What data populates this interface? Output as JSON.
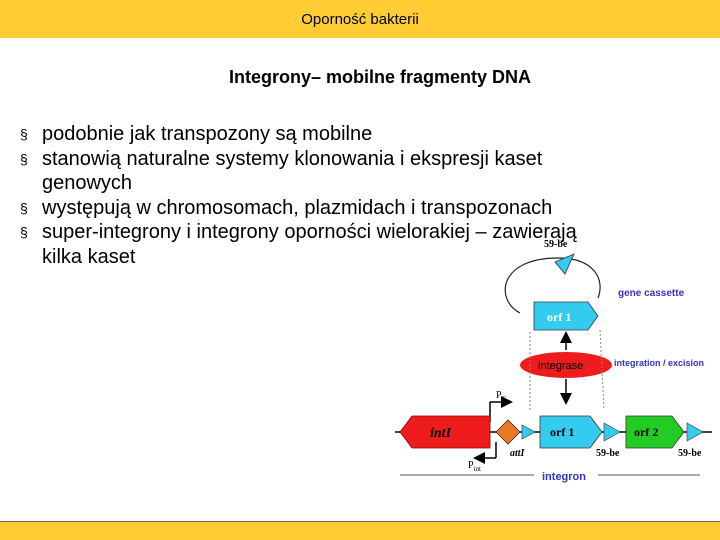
{
  "header": {
    "title": "Oporność bakterii"
  },
  "slide": {
    "title": "Integrony– mobilne fragmenty DNA",
    "bullets": [
      "podobnie jak transpozony są mobilne",
      "stanowią naturalne systemy klonowania i ekspresji kaset genowych",
      "występują w chromosomach, plazmidach i transpozonach",
      "super-integrony i integrony oporności wielorakiej – zawierają kilka kaset"
    ]
  },
  "diagram": {
    "label_59be_top": "59-be",
    "gene_cassette": "gene cassette",
    "orf1_top": "orf 1",
    "integrase": "integrase",
    "integration_excision": "integration / excision",
    "pc_main": "P",
    "pc_sub": "C",
    "intI": "intI",
    "orf1_bottom": "orf 1",
    "orf2": "orf 2",
    "attI": "attI",
    "label_59be_mid": "59-be",
    "label_59be_right": "59-be",
    "pint_main": "P",
    "pint_sub": "int",
    "integron": "integron",
    "colors": {
      "intI": "#ee1c1c",
      "orf": "#33ccee",
      "orf2": "#22cc22",
      "attI": "#ee7722",
      "label_blue": "#3333cc",
      "header": "#ffcc33"
    }
  }
}
